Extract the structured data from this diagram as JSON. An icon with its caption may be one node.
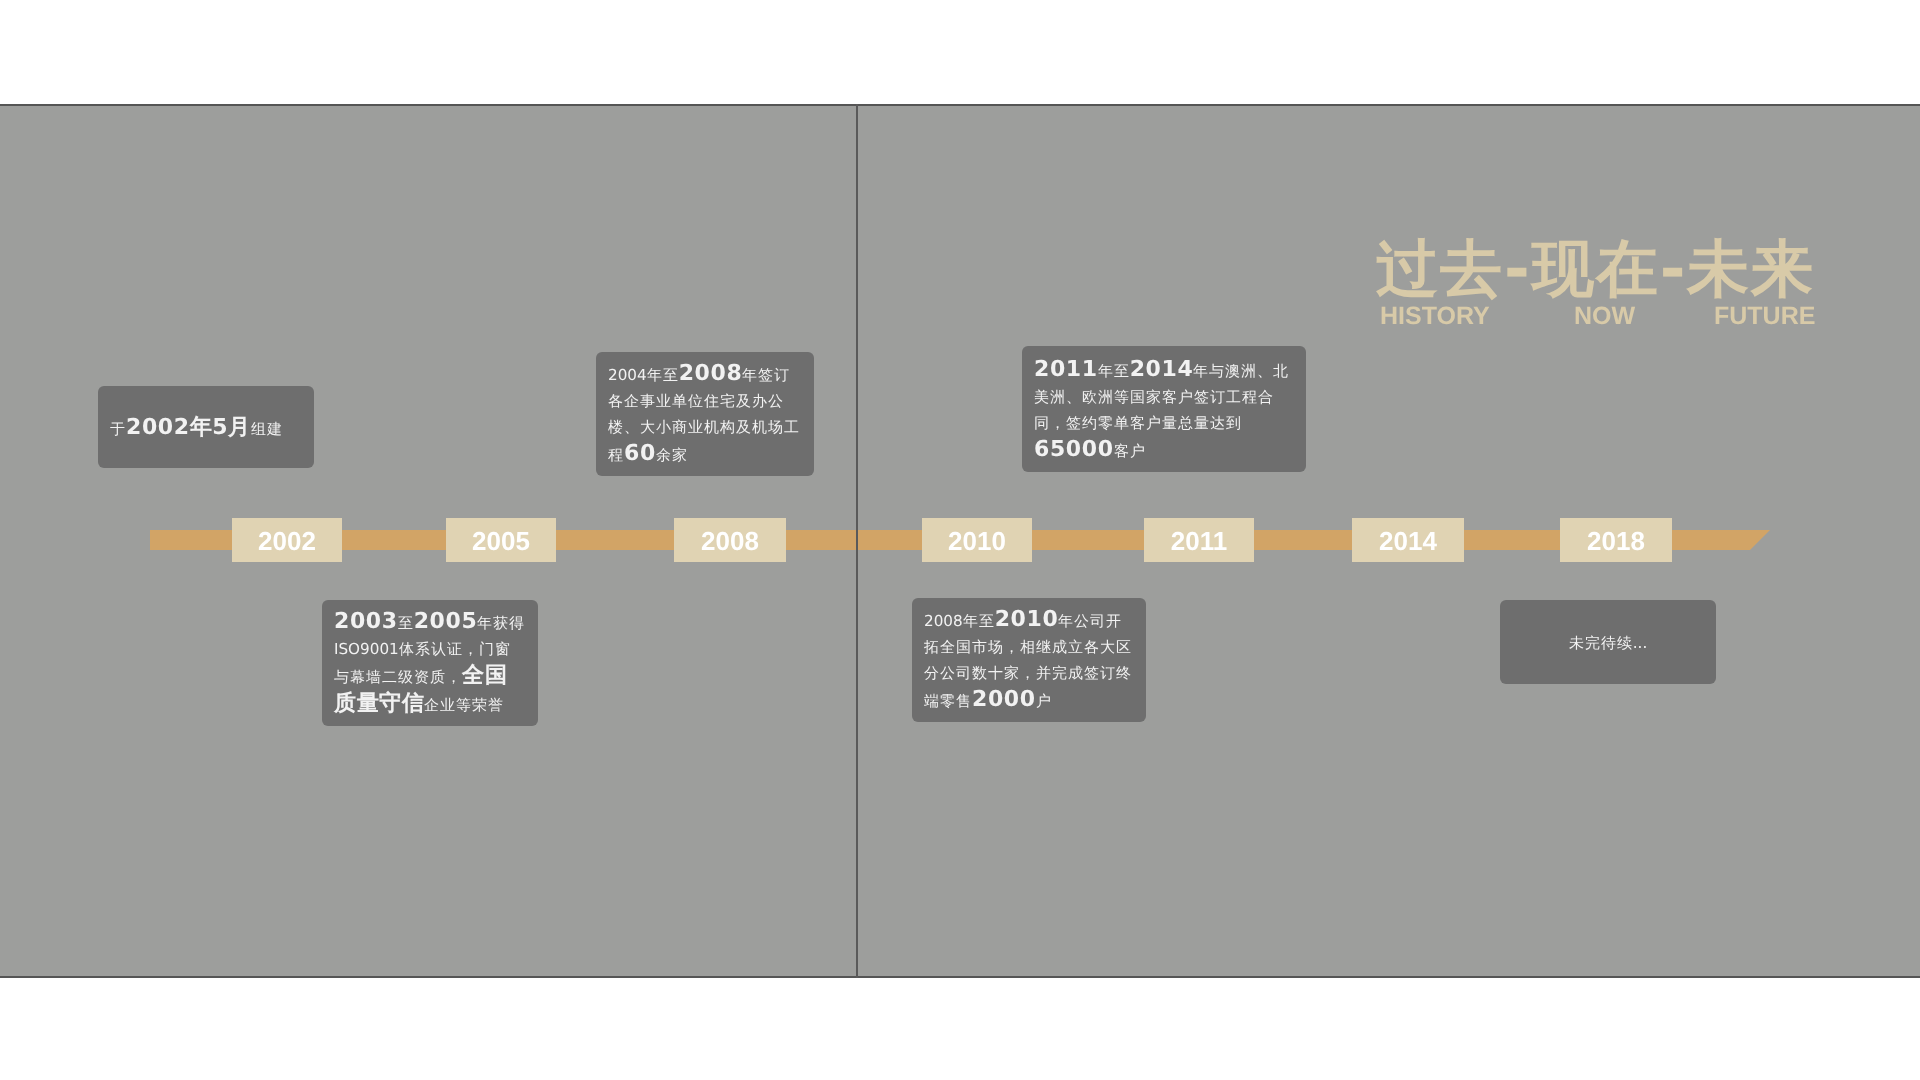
{
  "diagram": {
    "title": "过去-现在-未来",
    "nodes": [
      {
        "text": [
          "于**2002年5月**组建"
        ]
      },
      {
        "text": [
          "2004年至**2008**年签订各企事业单位住宅及办公楼、大小商业机构及机场工程**60**余家"
        ]
      },
      {
        "text": [
          "**2011**年至**2014**年与澳洲、北美洲、欧洲等国家客户签订工程合同，签约零单客户量总量达到**65000**客户"
        ]
      },
      {
        "text": [
          "2002"
        ]
      },
      {
        "text": [
          "2005"
        ]
      },
      {
        "text": [
          "2008"
        ]
      },
      {
        "text": [
          "2010"
        ]
      },
      {
        "text": [
          "2011"
        ]
      },
      {
        "text": [
          "2014"
        ]
      },
      {
        "text": [
          "2018"
        ]
      },
      {
        "text": [
          "**2003**至**2005**年获得ISO9001体系认证，门窗与幕墙二级资质，**全国质量守信**企业等荣誉"
        ]
      },
      {
        "text": [
          "2008年至**2010**年公司开拓全国市场，相继成立各大区分公司数十家，并完成签订终端零售**2000**户"
        ]
      },
      {
        "text": [
          "未完待续..."
        ]
      }
    ],
    "labels": [
      "HISTORY",
      "NOW",
      "FUTURE"
    ]
  }
}
